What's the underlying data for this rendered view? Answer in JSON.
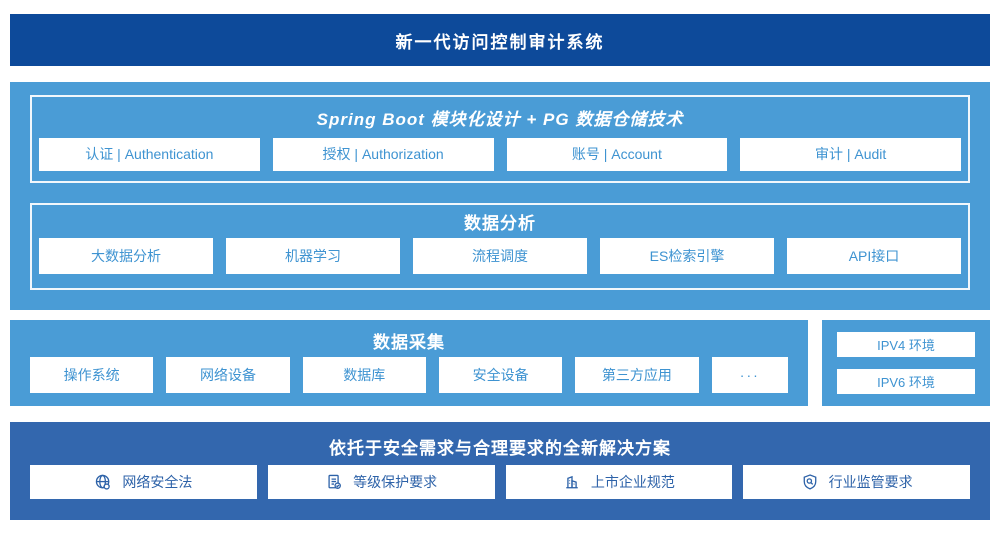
{
  "page": {
    "title": "新一代访问控制审计系统"
  },
  "platform": {
    "spring_section": {
      "title": "Spring Boot 模块化设计 + PG 数据仓储技术",
      "items": [
        "认证 | Authentication",
        "授权 | Authorization",
        "账号 | Account",
        "审计 | Audit"
      ]
    },
    "analysis_section": {
      "title": "数据分析",
      "items": [
        "大数据分析",
        "机器学习",
        "流程调度",
        "ES检索引擎",
        "API接口"
      ]
    }
  },
  "collection": {
    "title": "数据采集",
    "items": [
      "操作系统",
      "网络设备",
      "数据库",
      "安全设备",
      "第三方应用",
      "···"
    ]
  },
  "environment": {
    "items": [
      "IPV4 环境",
      "IPV6 环境"
    ]
  },
  "solution": {
    "title": "依托于安全需求与合理要求的全新解决方案",
    "items": [
      {
        "icon": "globe-icon",
        "label": "网络安全法"
      },
      {
        "icon": "document-check-icon",
        "label": "等级保护要求"
      },
      {
        "icon": "building-icon",
        "label": "上市企业规范"
      },
      {
        "icon": "shield-search-icon",
        "label": "行业监管要求"
      }
    ]
  },
  "colors": {
    "header_bg": "#0D4A9A",
    "panel_bg": "#4A9CD6",
    "solution_bg": "#3367AE",
    "light_box_text": "#3E93D1",
    "solution_box_text": "#2D62A8"
  }
}
